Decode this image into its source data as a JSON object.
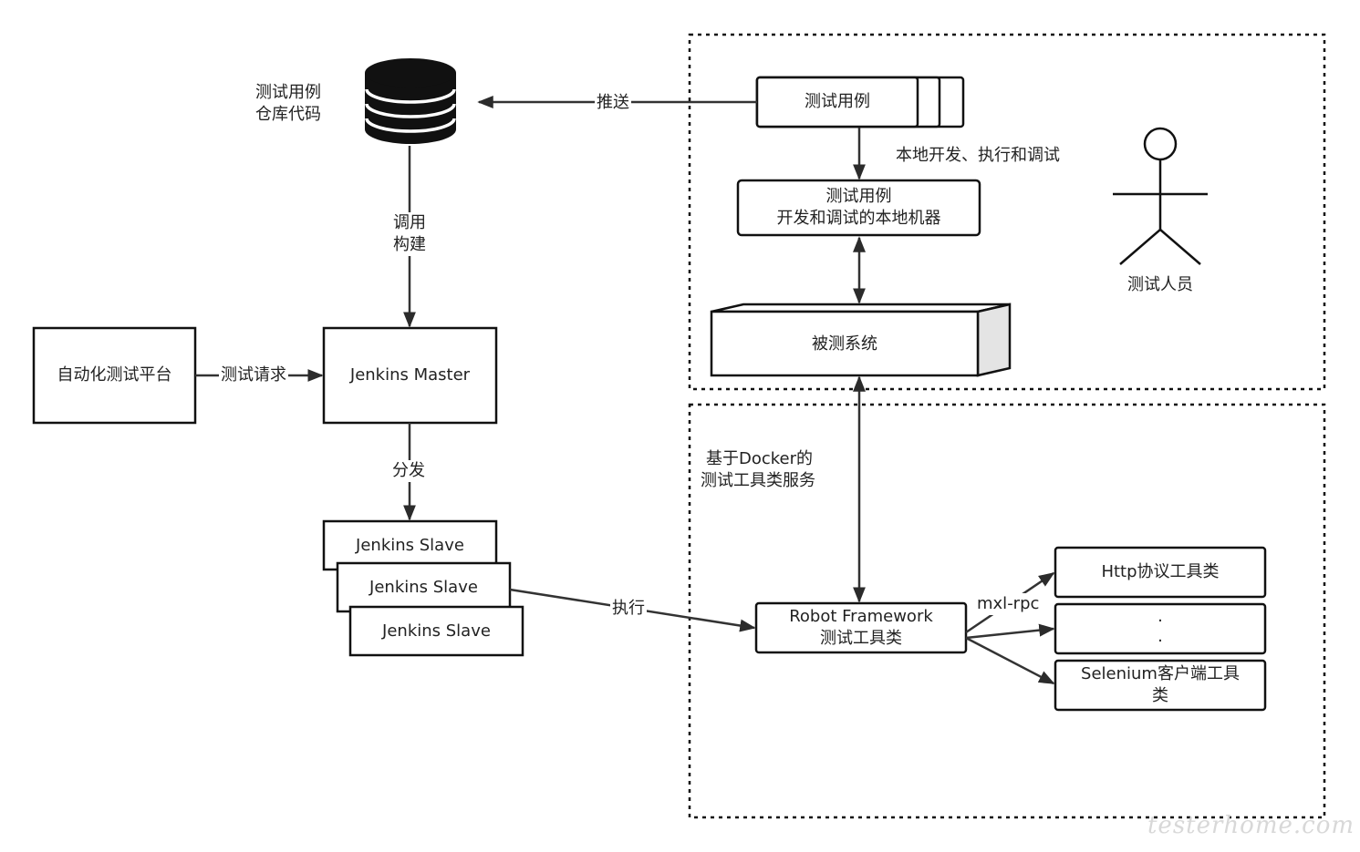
{
  "repo": {
    "label_line1": "测试用例",
    "label_line2": "仓库代码"
  },
  "local": {
    "testcase_stack_label": "测试用例",
    "push_label": "推送",
    "dev_label": "本地开发、执行和调试",
    "machine_line1": "测试用例",
    "machine_line2": "开发和调试的本地机器",
    "sut_label": "被测系统",
    "tester_label": "测试人员"
  },
  "ci": {
    "invoke_line1": "调用",
    "invoke_line2": "构建",
    "platform_label": "自动化测试平台",
    "request_label": "测试请求",
    "master_label": "Jenkins Master",
    "dispatch_label": "分发",
    "slaves": [
      "Jenkins Slave",
      "Jenkins Slave",
      "Jenkins Slave"
    ],
    "execute_label": "执行"
  },
  "docker": {
    "label_line1": "基于Docker的",
    "label_line2": "测试工具类服务",
    "rf_line1": "Robot Framework",
    "rf_line2": "测试工具类",
    "rpc_label": "mxl-rpc",
    "tools": {
      "http": "Http协议工具类",
      "dots": ".",
      "selenium_line1": "Selenium客户端工具",
      "selenium_line2": "类"
    }
  },
  "watermark": "testerhome.com"
}
